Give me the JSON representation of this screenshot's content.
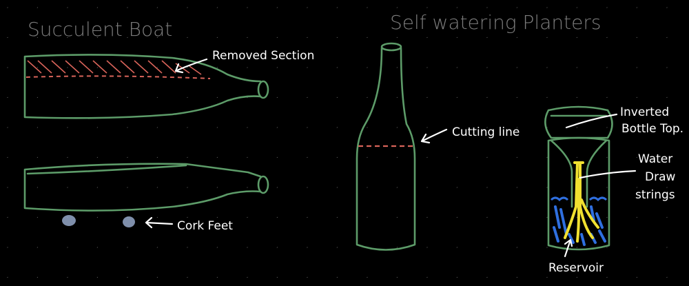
{
  "titles": {
    "left": "Succulent Boat",
    "right": "Self watering Planters"
  },
  "labels": {
    "removed_section": "Removed Section",
    "cork_feet": "Cork Feet",
    "cutting_line": "Cutting line",
    "inverted_top_1": "Inverted",
    "inverted_top_2": "Bottle Top.",
    "water_1": "Water",
    "water_2": "Draw",
    "water_3": "strings",
    "reservoir": "Reservoir"
  },
  "colors": {
    "bottle": "#5d9c69",
    "cut": "#d9645a",
    "water": "#2f6fe0",
    "strings": "#f0e030",
    "cork": "#9fb3d6"
  }
}
